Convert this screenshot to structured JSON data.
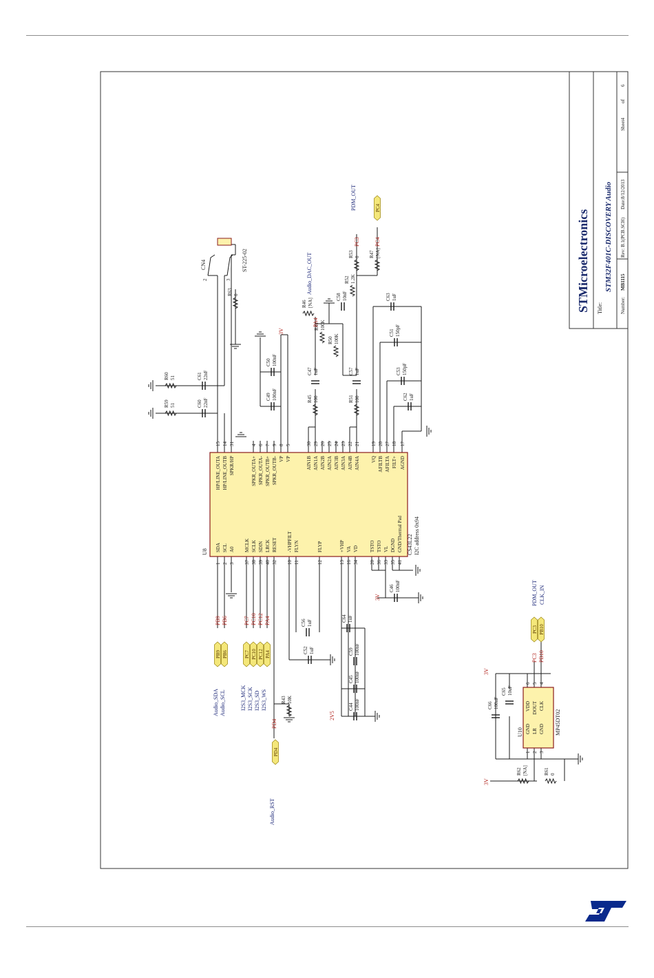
{
  "title_block": {
    "company": "STMicroelectronics",
    "title_label": "Title:",
    "title": "STM32F401C-DISCOVERY Audio",
    "number_label": "Number:",
    "number": "MB1115",
    "rev": "Rev: B.1(PCB.SCH)",
    "date": "Date:8/12/2013",
    "sheet": "Sheet4",
    "of": "of",
    "sheet_total": "6"
  },
  "colors": {
    "wire": "#1a1a1a",
    "label": "#1f2a7a",
    "net_red": "#b0201a",
    "tag_fill": "#f4e77a",
    "tag_stroke": "#a08c1a",
    "logo_blue": "#0a2a8c"
  },
  "u8": {
    "ref": "U8",
    "part": "CS43L22",
    "note": "I2C address 0x94",
    "left_pins": [
      {
        "num": "1",
        "name": "SDA"
      },
      {
        "num": "2",
        "name": "SCL"
      },
      {
        "num": "3",
        "name": "A0"
      },
      {
        "num": "37",
        "name": "MCLK"
      },
      {
        "num": "38",
        "name": "SCLK"
      },
      {
        "num": "39",
        "name": "SDIN"
      },
      {
        "num": "40",
        "name": "LRCK"
      },
      {
        "num": "32",
        "name": "RESET"
      },
      {
        "num": "10",
        "name": "-VHPFILT"
      },
      {
        "num": "11",
        "name": "FLYN"
      },
      {
        "num": "12",
        "name": "FLYP"
      },
      {
        "num": "13",
        "name": "+VHP"
      },
      {
        "num": "16",
        "name": "VA"
      },
      {
        "num": "34",
        "name": "VD"
      },
      {
        "num": "20",
        "name": "TSTO"
      },
      {
        "num": "36",
        "name": "TSTO"
      },
      {
        "num": "33",
        "name": "VL"
      },
      {
        "num": "35",
        "name": "DGND"
      },
      {
        "num": "41",
        "name": "GND/Thermal Pad"
      }
    ],
    "right_pins": [
      {
        "num": "15",
        "name": "HP/LINE_OUTA"
      },
      {
        "num": "14",
        "name": "HP/LINE_OUTB"
      },
      {
        "num": "31",
        "name": "SPKR/HP"
      },
      {
        "num": "4",
        "name": "SPKR_OUTA+"
      },
      {
        "num": "6",
        "name": "SPKR_OUTA-"
      },
      {
        "num": "7",
        "name": "SPKR_OUTB+"
      },
      {
        "num": "9",
        "name": "SPKR_OUTB-"
      },
      {
        "num": "8",
        "name": "VP"
      },
      {
        "num": "5",
        "name": "VP"
      },
      {
        "num": "30",
        "name": "AIN1B"
      },
      {
        "num": "29",
        "name": "AIN1A"
      },
      {
        "num": "26",
        "name": "AIN2B"
      },
      {
        "num": "25",
        "name": "AIN2A"
      },
      {
        "num": "24",
        "name": "AIN3B"
      },
      {
        "num": "23",
        "name": "AIN3A"
      },
      {
        "num": "22",
        "name": "AIN4B"
      },
      {
        "num": "21",
        "name": "AIN4A"
      },
      {
        "num": "19",
        "name": "VQ"
      },
      {
        "num": "28",
        "name": "AFILTB"
      },
      {
        "num": "27",
        "name": "AFILTA"
      },
      {
        "num": "18",
        "name": "FILT+"
      },
      {
        "num": "17",
        "name": "AGND"
      }
    ]
  },
  "u10": {
    "ref": "U10",
    "part": "MP45DT02",
    "left_pins": [
      {
        "num": "1",
        "name": "GND"
      },
      {
        "num": "2",
        "name": "LR"
      },
      {
        "num": "3",
        "name": "GND"
      }
    ],
    "right_pins": [
      {
        "num": "6",
        "name": "VDD"
      },
      {
        "num": "5",
        "name": "DOUT"
      },
      {
        "num": "4",
        "name": "CLK"
      }
    ]
  },
  "connector": {
    "ref": "CN4",
    "part": "ST-225-02",
    "pin2": "2",
    "pin3": "3"
  },
  "net_tags": [
    "PB9",
    "PB6",
    "PC7",
    "PC10",
    "PC12",
    "PA4",
    "PD4",
    "PC4",
    "PC3",
    "PB10"
  ],
  "net_labels": {
    "pb9": "PB9",
    "pb6": "PB6",
    "pc7": "PC7",
    "pc10": "PC10",
    "pc12": "PC12",
    "pa4": "PA4",
    "pd4": "PD4",
    "pa4_ain": "PA4",
    "pc3": "PC3",
    "pc4": "PC4",
    "pc3_mic": "PC3",
    "pb10_mic": "PB10",
    "v3_top": "3V",
    "v3_vl": "3V",
    "v3_mic": "3V",
    "v3_lr": "3V",
    "v25": "2V5"
  },
  "signals": {
    "audio_sda": "Audio_SDA",
    "audio_scl": "Audio_SCL",
    "i2s3_mck": "I2S3_MCK",
    "i2s3_sck": "I2S3_SCK",
    "i2s3_sd": "I2S3_SD",
    "i2s3_ws": "I2S3_WS",
    "audio_rst": "Audio_RST",
    "audio_dac_out": "Audio_DAC_OUT",
    "pdm_out_top": "PDM_OUT",
    "pdm_out_mic": "PDM_OUT",
    "clk_in": "CLK_IN"
  },
  "components": [
    {
      "ref": "R59",
      "value": "51"
    },
    {
      "ref": "R60",
      "value": "51"
    },
    {
      "ref": "C60",
      "value": "22nF"
    },
    {
      "ref": "C61",
      "value": "22nF"
    },
    {
      "ref": "R63",
      "value": "0"
    },
    {
      "ref": "C49",
      "value": "100nF"
    },
    {
      "ref": "C50",
      "value": "100nF"
    },
    {
      "ref": "C47",
      "value": "1uF"
    },
    {
      "ref": "R45",
      "value": "100"
    },
    {
      "ref": "R46",
      "value": "[NA]"
    },
    {
      "ref": "R44",
      "value": "100K"
    },
    {
      "ref": "R50",
      "value": "100K"
    },
    {
      "ref": "C58",
      "value": "10nF"
    },
    {
      "ref": "R52",
      "value": "1.2K"
    },
    {
      "ref": "R53",
      "value": "0"
    },
    {
      "ref": "R47",
      "value": "[NA]"
    },
    {
      "ref": "C57",
      "value": "1uF"
    },
    {
      "ref": "R51",
      "value": "100"
    },
    {
      "ref": "C63",
      "value": "1uF"
    },
    {
      "ref": "C51",
      "value": "150pF"
    },
    {
      "ref": "C53",
      "value": "150pF"
    },
    {
      "ref": "C62",
      "value": "1uF"
    },
    {
      "ref": "C46",
      "value": "100nF"
    },
    {
      "ref": "C56",
      "value": "1uF"
    },
    {
      "ref": "C52",
      "value": "1uF"
    },
    {
      "ref": "C64",
      "value": "1uF"
    },
    {
      "ref": "C59",
      "value": "100nF"
    },
    {
      "ref": "C45",
      "value": "100nF"
    },
    {
      "ref": "C44",
      "value": "100nF"
    },
    {
      "ref": "R43",
      "value": "10K"
    },
    {
      "ref": "C65",
      "value": "10uF"
    },
    {
      "ref": "C66",
      "value": "100nF"
    },
    {
      "ref": "R62",
      "value": "[NA]"
    },
    {
      "ref": "R61",
      "value": "0"
    }
  ]
}
